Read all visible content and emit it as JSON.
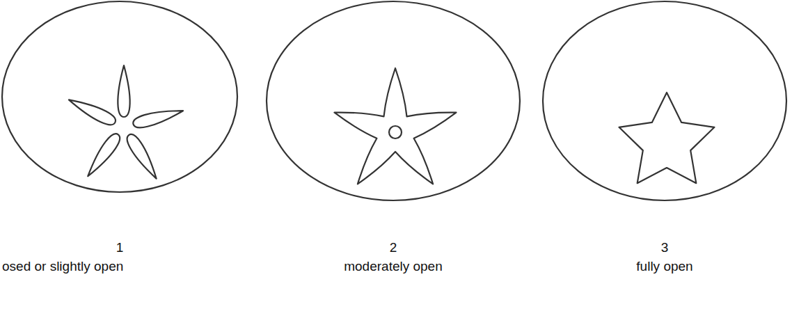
{
  "diagram": {
    "labels": [
      "1",
      "osed or slightly open",
      "2",
      "moderately open",
      "3",
      "fully open"
    ]
  }
}
